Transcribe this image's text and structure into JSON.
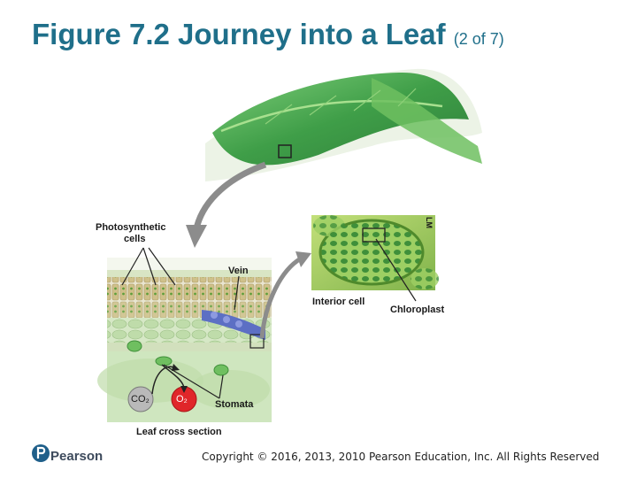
{
  "title": {
    "main": "Figure 7.2 Journey into a Leaf",
    "sub": "(2 of 7)"
  },
  "labels": {
    "photosynthetic_cells": [
      "Photosynthetic",
      "cells"
    ],
    "vein": "Vein",
    "interior_cell": "Interior cell",
    "chloroplast": "Chloroplast",
    "lm": "LM",
    "co2": "CO₂",
    "o2": "O₂",
    "stomata": "Stomata",
    "leaf_cross_section": "Leaf cross section"
  },
  "footer": {
    "brand": "Pearson",
    "copyright": "Copyright © 2016, 2013, 2010 Pearson Education, Inc. All Rights Reserved"
  },
  "colors": {
    "title": "#1f6f8a",
    "leaf_green": "#4fae5a",
    "cell_green": "#7cc14e",
    "vein_blue": "#5c6fc4",
    "co2_gray": "#b9b9b9",
    "o2_red": "#e0262a",
    "arrow_gray": "#8c8c8c"
  }
}
